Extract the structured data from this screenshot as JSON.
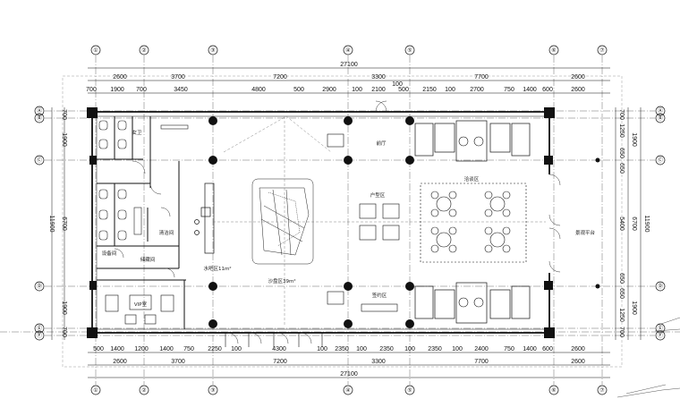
{
  "plan": {
    "axes_x": [
      "①",
      "②",
      "③",
      "④",
      "⑤",
      "⑥",
      "⑦"
    ],
    "axes_y": [
      "Ⓐ",
      "Ⓑ",
      "Ⓒ",
      "Ⓓ",
      "Ⓔ",
      "Ⓕ"
    ],
    "dims_top_major": [
      "2600",
      "3700",
      "7200",
      "3300",
      "7700",
      "2600"
    ],
    "dims_top_minor": [
      "700",
      "1900",
      "700",
      "3450",
      "4800",
      "500",
      "2900",
      "100",
      "2100",
      "500",
      "2150",
      "100",
      "2700",
      "750",
      "1400",
      "600",
      "2600"
    ],
    "dim_top_extra": "100",
    "dims_bottom_minor": [
      "500",
      "1400",
      "1200",
      "1400",
      "750",
      "2250",
      "100",
      "4300",
      "100",
      "2350",
      "100",
      "2350",
      "100",
      "2350",
      "100",
      "2400",
      "750",
      "1400",
      "600",
      "2600"
    ],
    "dims_bottom_major": [
      "2600",
      "3700",
      "7200",
      "3300",
      "7700",
      "2600"
    ],
    "total_width": "27100",
    "dims_left_outer": "11900",
    "dims_left_inner": [
      "700",
      "1900",
      "6700",
      "1900",
      "700"
    ],
    "dims_right_inner": [
      "700",
      "1250",
      "1900",
      "650",
      "650",
      "5400",
      "650",
      "650",
      "1250",
      "1900",
      "700"
    ],
    "dims_right_mid": "6700",
    "dims_right_outer": "11900",
    "rooms": {
      "female_wc": "女卫",
      "cleaning": "清洁间",
      "equipment": "设备间",
      "drink_bar": "水吧区11m²",
      "sand_table": "沙盘区39m²",
      "front_desk": "前厅",
      "vip": "VIP室",
      "warehouse": "储藏间",
      "exhibit": "户型区",
      "lounge": "洽谈区",
      "signing": "签约区",
      "terrace": "景观平台"
    }
  }
}
